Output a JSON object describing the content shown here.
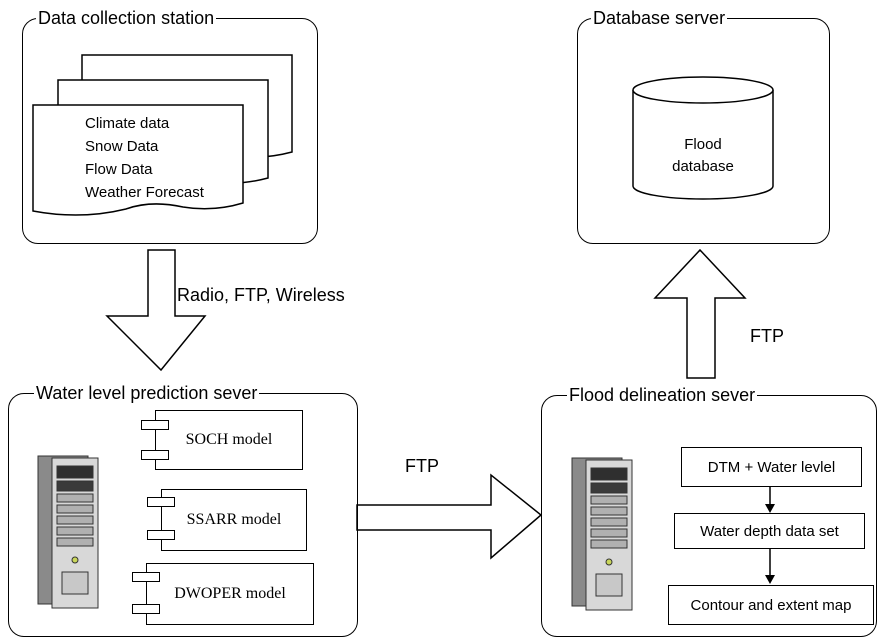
{
  "panels": {
    "data_collection": {
      "title": "Data collection station",
      "items": [
        "Climate data",
        "Snow Data",
        "Flow Data",
        "Weather Forecast"
      ]
    },
    "database_server": {
      "title": "Database server",
      "db_label_line1": "Flood",
      "db_label_line2": "database"
    },
    "water_level": {
      "title": "Water level prediction sever",
      "models": [
        "SOCH model",
        "SSARR model",
        "DWOPER model"
      ]
    },
    "flood_delineation": {
      "title": "Flood delineation sever",
      "steps": [
        "DTM + Water levlel",
        "Water depth data set",
        "Contour and extent map"
      ]
    }
  },
  "connections": {
    "collection_to_prediction": "Radio, FTP, Wireless",
    "prediction_to_delineation": "FTP",
    "delineation_to_database": "FTP"
  }
}
